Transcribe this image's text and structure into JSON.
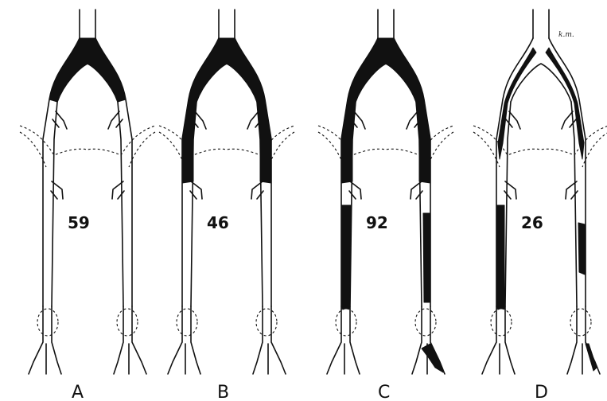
{
  "figure": {
    "panels": [
      {
        "letter": "A",
        "number": "59",
        "signature": ""
      },
      {
        "letter": "B",
        "number": "46",
        "signature": ""
      },
      {
        "letter": "C",
        "number": "92",
        "signature": ""
      },
      {
        "letter": "D",
        "number": "26",
        "signature": "k.m."
      }
    ]
  }
}
